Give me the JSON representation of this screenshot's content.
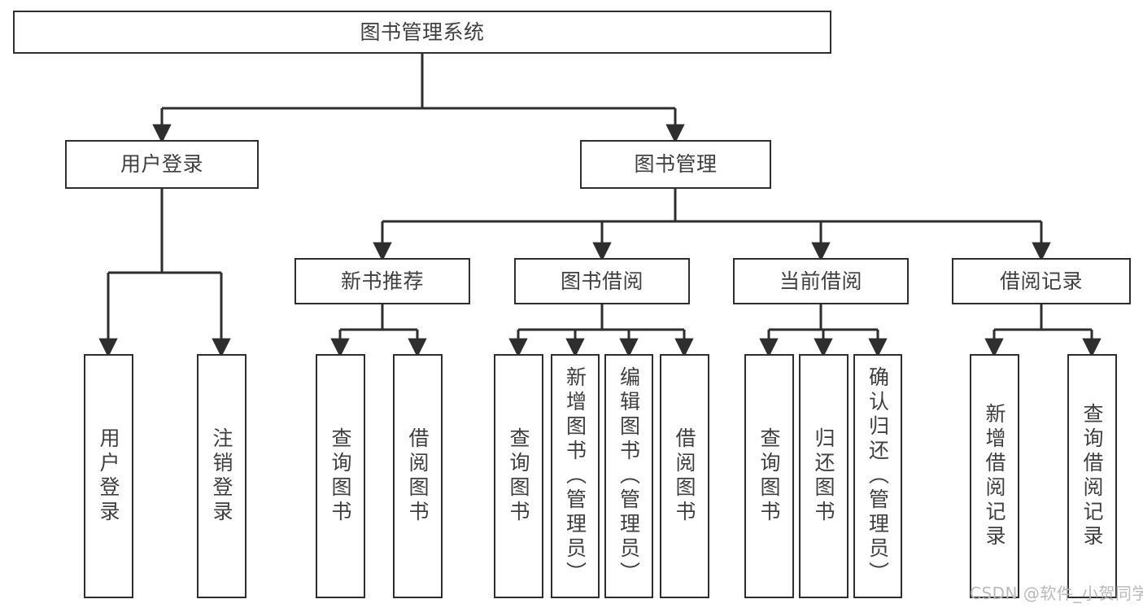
{
  "diagram": {
    "title": "图书管理系统",
    "root": {
      "id": "root",
      "label": "图书管理系统"
    },
    "level1": [
      {
        "id": "user-login",
        "label": "用户登录"
      },
      {
        "id": "book-manage",
        "label": "图书管理"
      }
    ],
    "level2": [
      {
        "id": "new-book-recommend",
        "label": "新书推荐",
        "parent": "book-manage"
      },
      {
        "id": "book-borrow",
        "label": "图书借阅",
        "parent": "book-manage"
      },
      {
        "id": "current-borrow",
        "label": "当前借阅",
        "parent": "book-manage"
      },
      {
        "id": "borrow-record",
        "label": "借阅记录",
        "parent": "book-manage"
      }
    ],
    "leaves": [
      {
        "id": "leaf-user-login",
        "label": "用户登录",
        "parent": "user-login"
      },
      {
        "id": "leaf-user-logout",
        "label": "注销登录",
        "parent": "user-login"
      },
      {
        "id": "leaf-query-book-1",
        "label": "查询图书",
        "parent": "new-book-recommend"
      },
      {
        "id": "leaf-borrow-book-1",
        "label": "借阅图书",
        "parent": "new-book-recommend"
      },
      {
        "id": "leaf-query-book-2",
        "label": "查询图书",
        "parent": "book-borrow"
      },
      {
        "id": "leaf-add-book",
        "label": "新增图书（管理员）",
        "parent": "book-borrow"
      },
      {
        "id": "leaf-edit-book",
        "label": "编辑图书（管理员）",
        "parent": "book-borrow"
      },
      {
        "id": "leaf-borrow-book-2",
        "label": "借阅图书",
        "parent": "book-borrow"
      },
      {
        "id": "leaf-query-book-3",
        "label": "查询图书",
        "parent": "current-borrow"
      },
      {
        "id": "leaf-return-book",
        "label": "归还图书",
        "parent": "current-borrow"
      },
      {
        "id": "leaf-confirm-return",
        "label": "确认归还（管理员）",
        "parent": "current-borrow"
      },
      {
        "id": "leaf-add-record",
        "label": "新增借阅记录",
        "parent": "borrow-record"
      },
      {
        "id": "leaf-query-record",
        "label": "查询借阅记录",
        "parent": "borrow-record"
      }
    ],
    "watermark": "CSDN @软件_小贺同学",
    "colors": {
      "stroke": "#2e2e2e",
      "text": "#3f3f3f",
      "background": "#ffffff",
      "watermark": "#b9b9b9"
    }
  }
}
